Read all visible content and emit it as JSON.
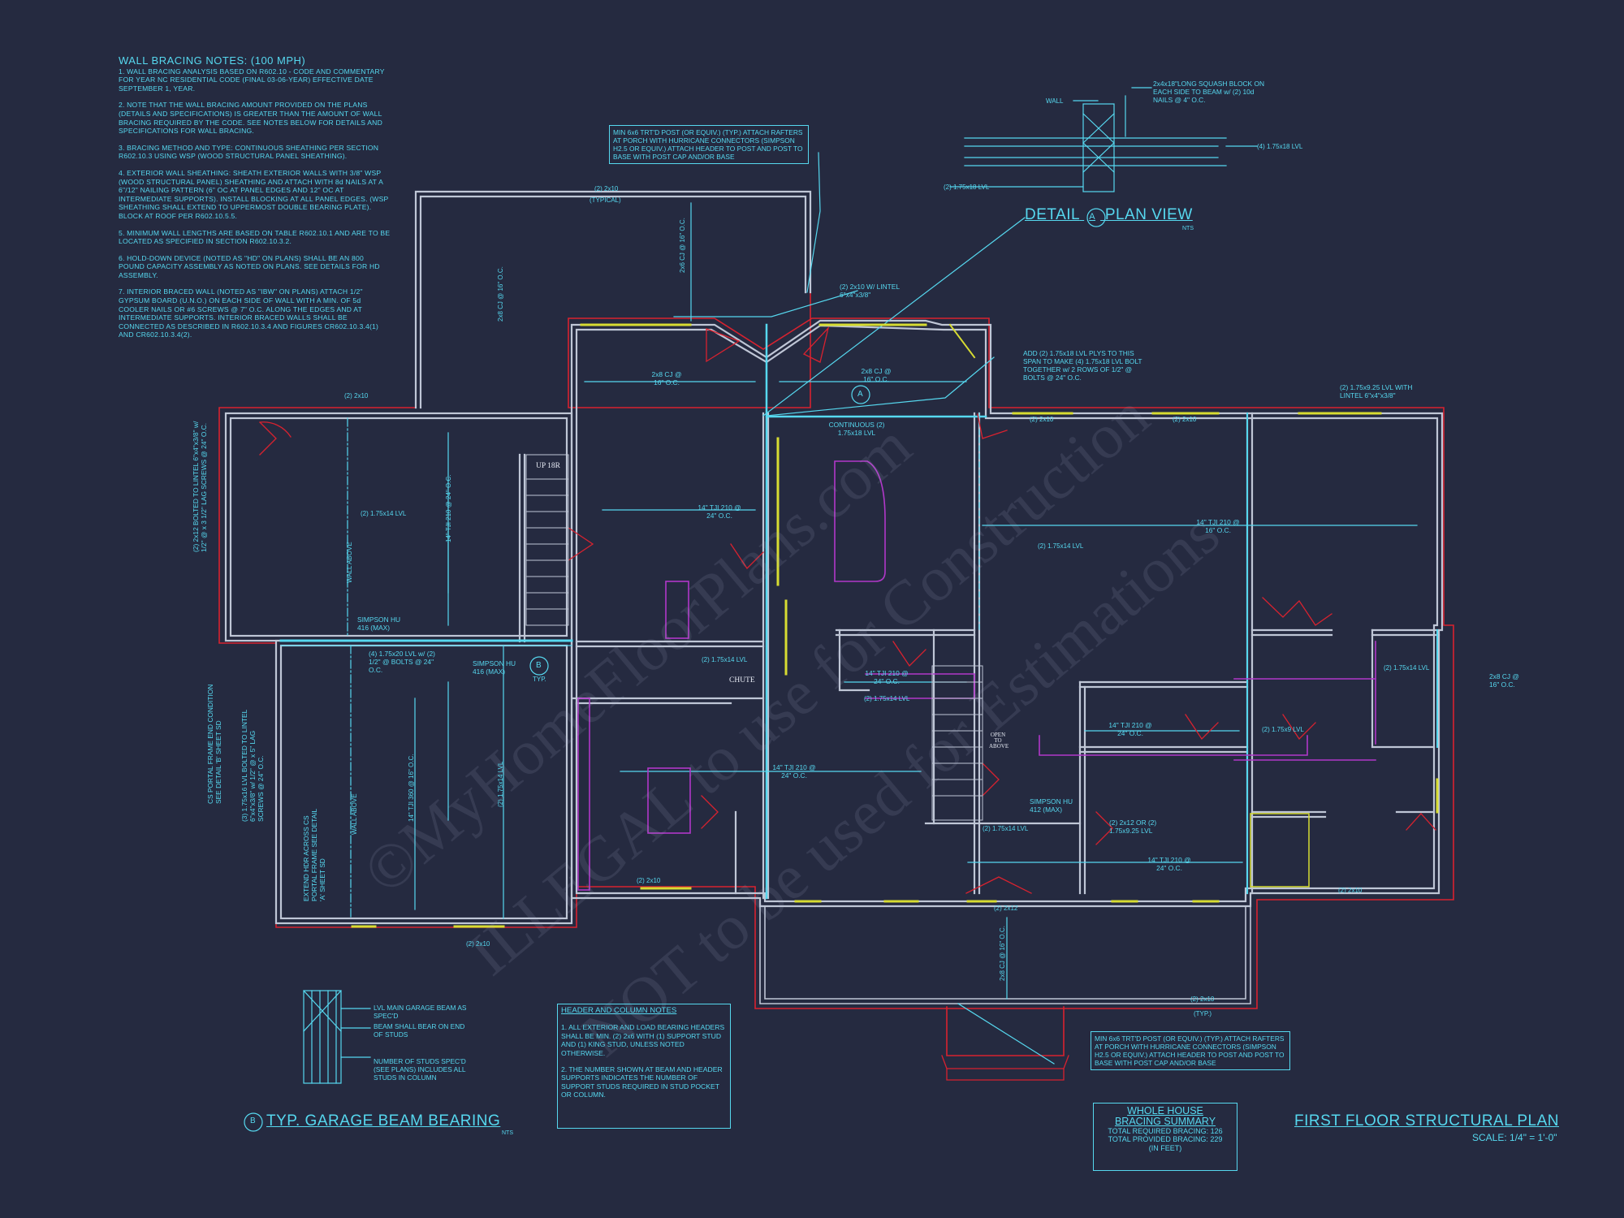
{
  "wall_bracing_notes": {
    "title": "WALL BRACING NOTES: (100 MPH)",
    "items": [
      "1. WALL BRACING ANALYSIS BASED ON R602.10 - CODE AND COMMENTARY FOR YEAR NC RESIDENTIAL CODE (FINAL 03-06-YEAR) EFFECTIVE DATE SEPTEMBER 1, YEAR.",
      "2. NOTE THAT THE WALL BRACING AMOUNT PROVIDED ON THE PLANS (DETAILS AND SPECIFICATIONS) IS GREATER THAN THE AMOUNT OF WALL BRACING REQUIRED BY THE CODE. SEE NOTES BELOW FOR DETAILS AND SPECIFICATIONS FOR WALL BRACING.",
      "3. BRACING METHOD AND TYPE: CONTINUOUS SHEATHING PER SECTION R602.10.3 USING WSP (WOOD STRUCTURAL PANEL SHEATHING).",
      "4. EXTERIOR WALL SHEATHING: SHEATH EXTERIOR WALLS WITH 3/8\" WSP (WOOD STRUCTURAL PANEL) SHEATHING AND ATTACH WITH 8d NAILS AT A 6\"/12\" NAILING PATTERN (6\" OC AT PANEL EDGES AND 12\" OC AT INTERMEDIATE SUPPORTS). INSTALL BLOCKING AT ALL PANEL EDGES. (WSP SHEATHING SHALL EXTEND TO UPPERMOST DOUBLE BEARING PLATE). BLOCK AT ROOF PER R602.10.5.5.",
      "5. MINIMUM WALL LENGTHS ARE BASED ON TABLE R602.10.1 AND ARE TO BE LOCATED AS SPECIFIED IN SECTION R602.10.3.2.",
      "6. HOLD-DOWN DEVICE (NOTED AS \"HD\" ON PLANS) SHALL BE AN 800 POUND CAPACITY ASSEMBLY AS NOTED ON PLANS. SEE DETAILS FOR HD ASSEMBLY.",
      "7. INTERIOR BRACED WALL (NOTED AS \"IBW\" ON PLANS) ATTACH 1/2\" GYPSUM BOARD (U.N.O.) ON EACH SIDE OF WALL WITH A MIN. OF 5d COOLER NAILS OR #6 SCREWS @ 7\" O.C. ALONG THE EDGES AND AT INTERMEDIATE SUPPORTS. INTERIOR BRACED WALLS SHALL BE CONNECTED AS DESCRIBED IN R602.10.3.4 AND FIGURES CR602.10.3.4(1) AND CR602.10.3.4(2)."
    ]
  },
  "header_column_notes": {
    "title": "HEADER AND COLUMN NOTES",
    "items": [
      "1. ALL EXTERIOR AND LOAD BEARING HEADERS SHALL BE MIN. (2) 2x6 WITH (1) SUPPORT STUD AND (1) KING STUD, UNLESS NOTED OTHERWISE.",
      "2. THE NUMBER SHOWN AT BEAM AND HEADER SUPPORTS INDICATES THE NUMBER OF SUPPORT STUDS REQUIRED IN STUD POCKET OR COLUMN."
    ]
  },
  "bracing_summary": {
    "title_1": "WHOLE HOUSE",
    "title_2": "BRACING SUMMARY",
    "required": "TOTAL REQUIRED BRACING: 126",
    "provided": "TOTAL PROVIDED BRACING: 229",
    "unit": "(IN FEET)"
  },
  "titles": {
    "plan": "FIRST FLOOR STRUCTURAL PLAN",
    "scale": "SCALE: 1/4\" = 1'-0\"",
    "detail_a": "DETAIL",
    "detail_a_suffix": "PLAN VIEW",
    "detail_a_nts": "NTS",
    "detail_b": "TYP. GARAGE BEAM BEARING",
    "detail_b_nts": "NTS",
    "marker_a": "A",
    "marker_b": "B"
  },
  "callouts": {
    "porch_post_top": "MIN 6x6 TRT'D POST (OR EQUIV.) (TYP.) ATTACH RAFTERS AT PORCH WITH HURRICANE CONNECTORS (SIMPSON H2.5 OR EQUIV.) ATTACH HEADER TO POST AND POST TO BASE WITH POST CAP AND/OR BASE",
    "porch_post_bottom": "MIN 6x6 TRT'D POST (OR EQUIV.) (TYP.) ATTACH RAFTERS AT PORCH WITH HURRICANE CONNECTORS (SIMPSON H2.5 OR EQUIV.) ATTACH HEADER TO POST AND POST TO BASE WITH POST CAP AND/OR BASE",
    "squash_block": "2x4x18\"LONG SQUASH BLOCK ON EACH SIDE TO BEAM w/ (2) 10d NAILS @ 4\" O.C.",
    "wall": "WALL",
    "lvl_4": "(4) 1.75x18 LVL",
    "lvl_2": "(2) 1.75x18 LVL",
    "add_plys": "ADD (2) 1.75x18 LVL PLYS TO THIS SPAN TO MAKE (4) 1.75x18 LVL BOLT TOGETHER w/ 2 ROWS OF 1/2\" @ BOLTS @ 24\" O.C.",
    "lintel_top": "(2) 2x10 W/ LINTEL 6\"x4\"x3/8\"",
    "lvl_lintel_right": "(2) 1.75x9.25 LVL WITH LINTEL 6\"x4\"x3/8\"",
    "continuous": "CONTINUOUS (2) 1.75x18 LVL",
    "beam_b_lvl": "LVL MAIN GARAGE BEAM AS SPEC'D",
    "beam_b_bear": "BEAM SHALL BEAR ON END OF STUDS",
    "beam_b_studs": "NUMBER OF STUDS SPEC'D (SEE PLANS) INCLUDES ALL STUDS IN COLUMN",
    "typical": "(TYPICAL)",
    "typ": "(TYP.)",
    "typ_b": "TYP.",
    "hdr_2x10": "(2) 2x10",
    "hdr_2x12": "(2) 2x12",
    "cj_2x8": "2x8 CJ @ 16\" O.C.",
    "cj_2x6": "2x6 CJ @ 16\" O.C.",
    "cj_2x8_right": "2x8 CJ @ 16\" O.C.",
    "tji_24": "14\" TJI 210 @ 24\" O.C.",
    "tji_16": "14\" TJI 210 @ 16\" O.C.",
    "tji_360": "14\" TJI 360 @ 16\" O.C.",
    "lvl_14": "(2) 1.75x14 LVL",
    "lvl_20": "(4) 1.75x20 LVL w/ (2) 1/2\" @ BOLTS @ 24\" O.C.",
    "simpson_hu": "SIMPSON HU 416 (MAX)",
    "simpson_hu412": "SIMPSON HU 412 (MAX)",
    "wall_above": "WALL ABOVE",
    "stair_up": "UP 18R",
    "chute": "CHUTE",
    "open_above": "OPEN TO ABOVE",
    "lintel_bolted": "(2) 2x12 BOLTED TO LINTEL 6\"x4\"x3/8\" w/ 1/2\" @ x 3 1/2\" LAG SCREWS @ 24\" O.C.",
    "portal_frame": "CS PORTAL FRAME END CONDITION SEE DETAIL 'B' SHEET SD",
    "lvl_bolted": "(3) 1.75x16 LVL BOLTED TO LINTEL 6\"x4\"x3/8\" w/ 1/2\" @ x 5\" LAG SCREWS @ 24\" O.C.",
    "hdr_extend": "EXTEND HDR ACROSS CS PORTAL FRAME SEE DETAIL 'A' SHEET SD",
    "hdr_2x12_or": "(2) 2x12 OR (2) 1.75x9.25 LVL",
    "lvl_14_b": "(2) 1.75x14 LVL",
    "lvl_9": "(2) 1.75x9 LVL"
  },
  "watermark": {
    "line_1": "©MyHomeFloorPlans.com",
    "line_2": "ILLEGAL to use for Construction",
    "line_3": "NOT to be used for Estimations"
  },
  "colors": {
    "background": "#252a40",
    "linework": "#56d8ef",
    "outline": "#d8222f",
    "fixtures": "#b138c9",
    "bracing": "#d7dc32",
    "walls": "#bfc6d6"
  }
}
